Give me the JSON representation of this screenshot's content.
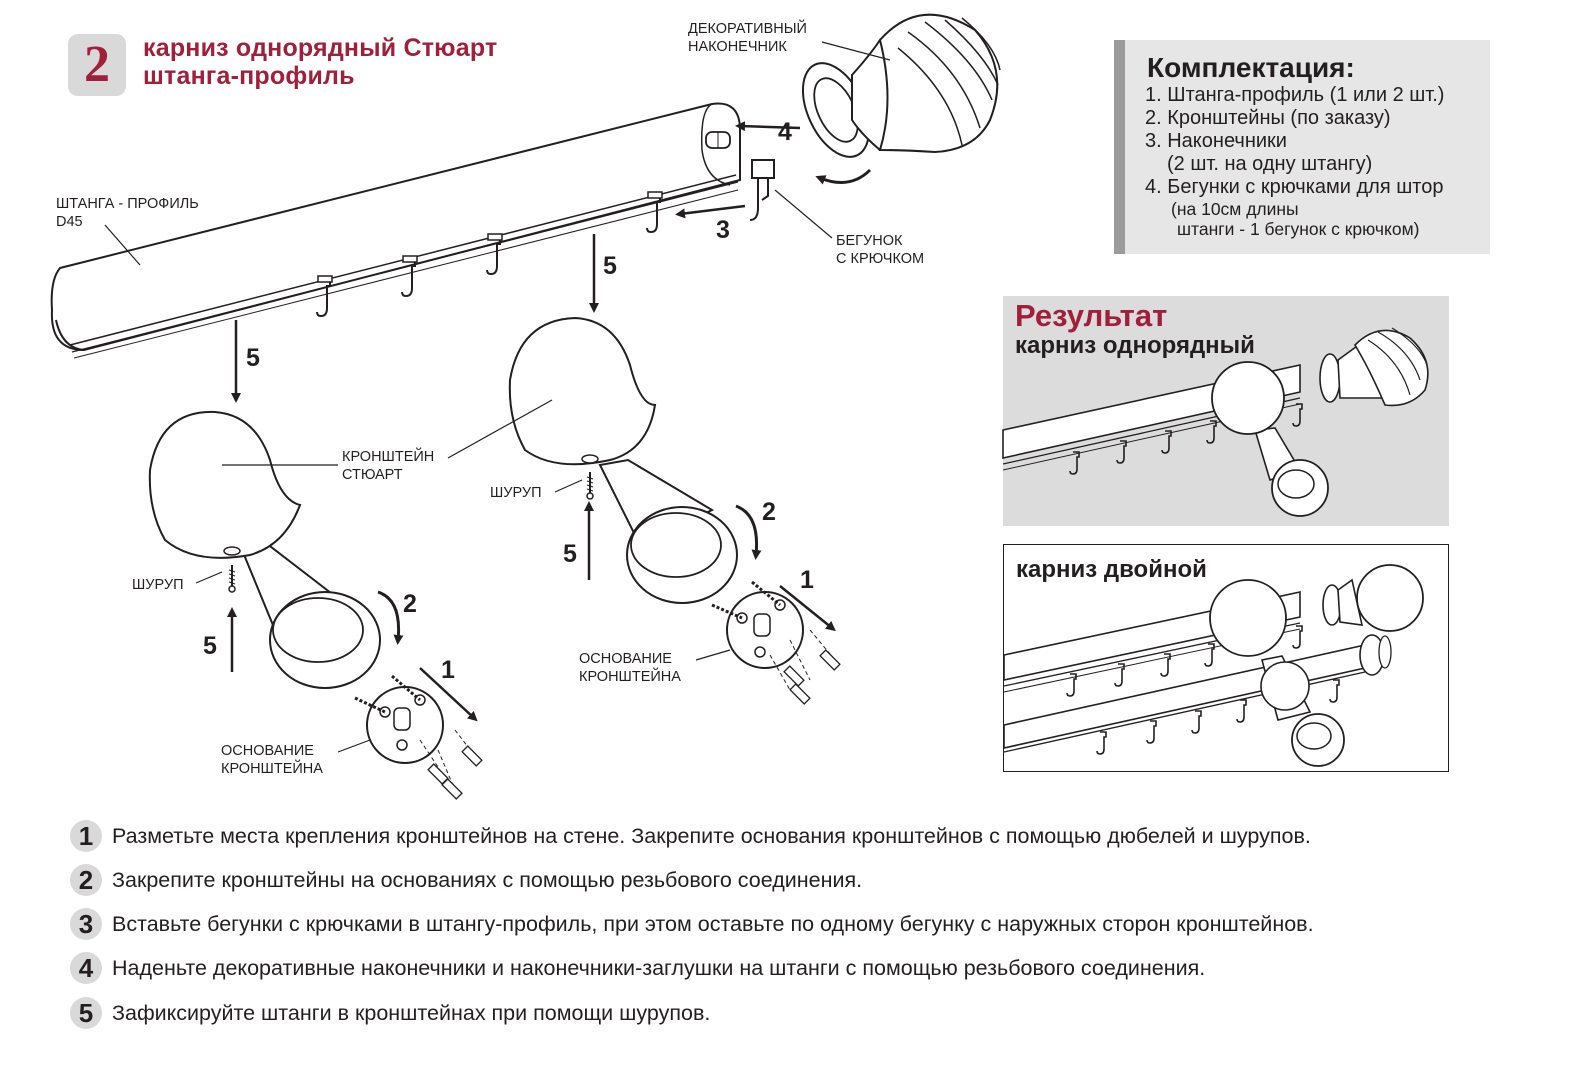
{
  "header": {
    "number": "2",
    "title_line1": "карниз однорядный Стюарт",
    "title_line2": "штанга-профиль"
  },
  "labels": {
    "rod_profile_1": "ШТАНГА - ПРОФИЛЬ",
    "rod_profile_2": "D45",
    "finial_1": "ДЕКОРАТИВНЫЙ",
    "finial_2": "НАКОНЕЧНИК",
    "runner_1": "БЕГУНОК",
    "runner_2": "С КРЮЧКОМ",
    "bracket_1": "КРОНШТЕЙН",
    "bracket_2": "СТЮАРТ",
    "screw_left": "ШУРУП",
    "screw_right": "ШУРУП",
    "base_left_1": "ОСНОВАНИЕ",
    "base_left_2": "КРОНШТЕЙНА",
    "base_right_1": "ОСНОВАНИЕ",
    "base_right_2": "КРОНШТЕЙНА"
  },
  "arrow_numbers": {
    "a4": "4",
    "a3": "3",
    "a5_left_top": "5",
    "a5_mid_top": "5",
    "a5_left_screw": "5",
    "a5_right_screw": "5",
    "a2_left": "2",
    "a2_right": "2",
    "a1_left": "1",
    "a1_right": "1"
  },
  "kit": {
    "title": "Комплектация:",
    "item1": "1. Штанга-профиль (1 или 2 шт.)",
    "item2": "2. Кронштейны (по заказу)",
    "item3": "3. Наконечники",
    "item3_sub": "(2 шт. на одну штангу)",
    "item4": "4. Бегунки с крючками для штор",
    "item4_sub1": "(на 10см длины",
    "item4_sub2": "штанги - 1 бегунок  с крючком)"
  },
  "result": {
    "title": "Результат",
    "single": "карниз однорядный",
    "double": "карниз двойной"
  },
  "steps": [
    {
      "num": "1",
      "text": "Разметьте места крепления кронштейнов на стене. Закрепите основания кронштейнов с помощью дюбелей и шурупов."
    },
    {
      "num": "2",
      "text": "Закрепите кронштейны на основаниях с помощью резьбового соединения."
    },
    {
      "num": "3",
      "text": "Вставьте бегунки с крючками в штангу-профиль, при этом оставьте по одному бегунку с наружных сторон кронштейнов."
    },
    {
      "num": "4",
      "text": "Наденьте декоративные наконечники и наконечники-заглушки на штанги с помощью резьбового соединения."
    },
    {
      "num": "5",
      "text": "Зафиксируйте штанги в кронштейнах при помощи шурупов."
    }
  ],
  "colors": {
    "accent": "#a01f3a",
    "ink": "#231f20",
    "panel_gray": "#e6e6e6",
    "panel_bar": "#9b9b9b",
    "badge_gray": "#d9d9d9"
  }
}
